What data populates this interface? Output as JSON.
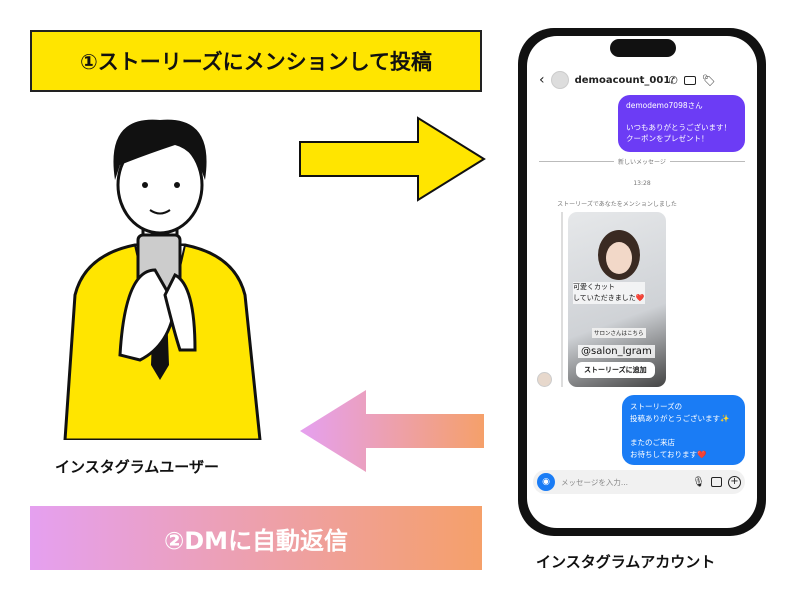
{
  "step1": "①ストーリーズにメンションして投稿",
  "step2": "②DMに自動返信",
  "user_label": "インスタグラムユーザー",
  "account_label": "インスタグラムアカウント",
  "phone": {
    "username": "demoacount_001",
    "sent_message": "demodemo7098さん\n\nいつもありがとうございます！\nクーポンをプレゼント！",
    "divider": "新しいメッセージ",
    "time": "13:28",
    "mention_note": "ストーリーズであなたをメンションしました",
    "story": {
      "caption": "可愛くカット\nしていただきました❤️",
      "salon_label": "サロンさんはこちら",
      "handle": "@salon_lgram",
      "add_button": "ストーリーズに追加"
    },
    "reply_message": "ストーリーズの\n投稿ありがとうございます✨\n\nまたのご来店\nお待ちしております❤️",
    "input_placeholder": "メッセージを入力..."
  },
  "colors": {
    "yellow": "#FFE500",
    "purple": "#6c3cf5",
    "blue": "#1a7cf5"
  }
}
